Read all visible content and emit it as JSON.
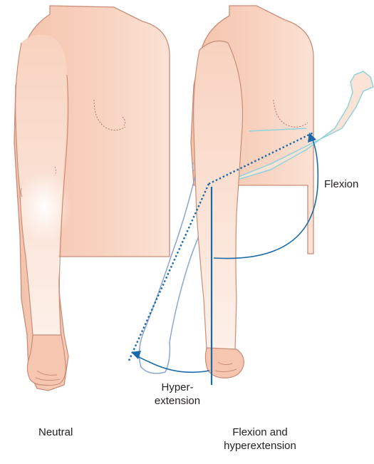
{
  "labels": {
    "flexion": "Flexion",
    "hyperextension_line1": "Hyper-",
    "hyperextension_line2": "extension",
    "neutral": "Neutral",
    "flexion_hyperextension_line1": "Flexion and",
    "flexion_hyperextension_line2": "hyperextension"
  },
  "colors": {
    "skin": "#f7cdb8",
    "skin_light": "#fbe3d6",
    "outline": "#c98d78",
    "axis_blue": "#1a6aa8",
    "flexed_arm_outline": "#8fd3dc",
    "hyper_arm_outline": "#8aa5d4"
  }
}
